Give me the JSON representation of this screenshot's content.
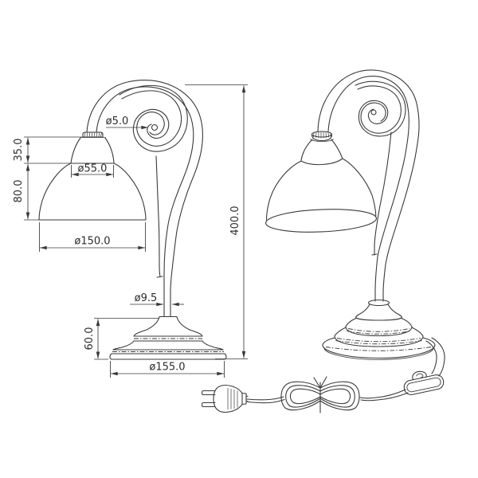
{
  "colors": {
    "background": "#ffffff",
    "line": "#3a3a3a",
    "text": "#2d2d2d"
  },
  "drawing": {
    "kind": "technical-dimension-drawing",
    "views": 2
  },
  "dimensions": {
    "scroll_hole_diameter": "ø5.0",
    "shade_neck_height": "35.0",
    "shade_neck_diameter": "ø55.0",
    "shade_body_height": "80.0",
    "shade_diameter": "ø150.0",
    "overall_height": "400.0",
    "stem_diameter": "ø9.5",
    "base_height": "60.0",
    "base_diameter": "ø155.0"
  }
}
